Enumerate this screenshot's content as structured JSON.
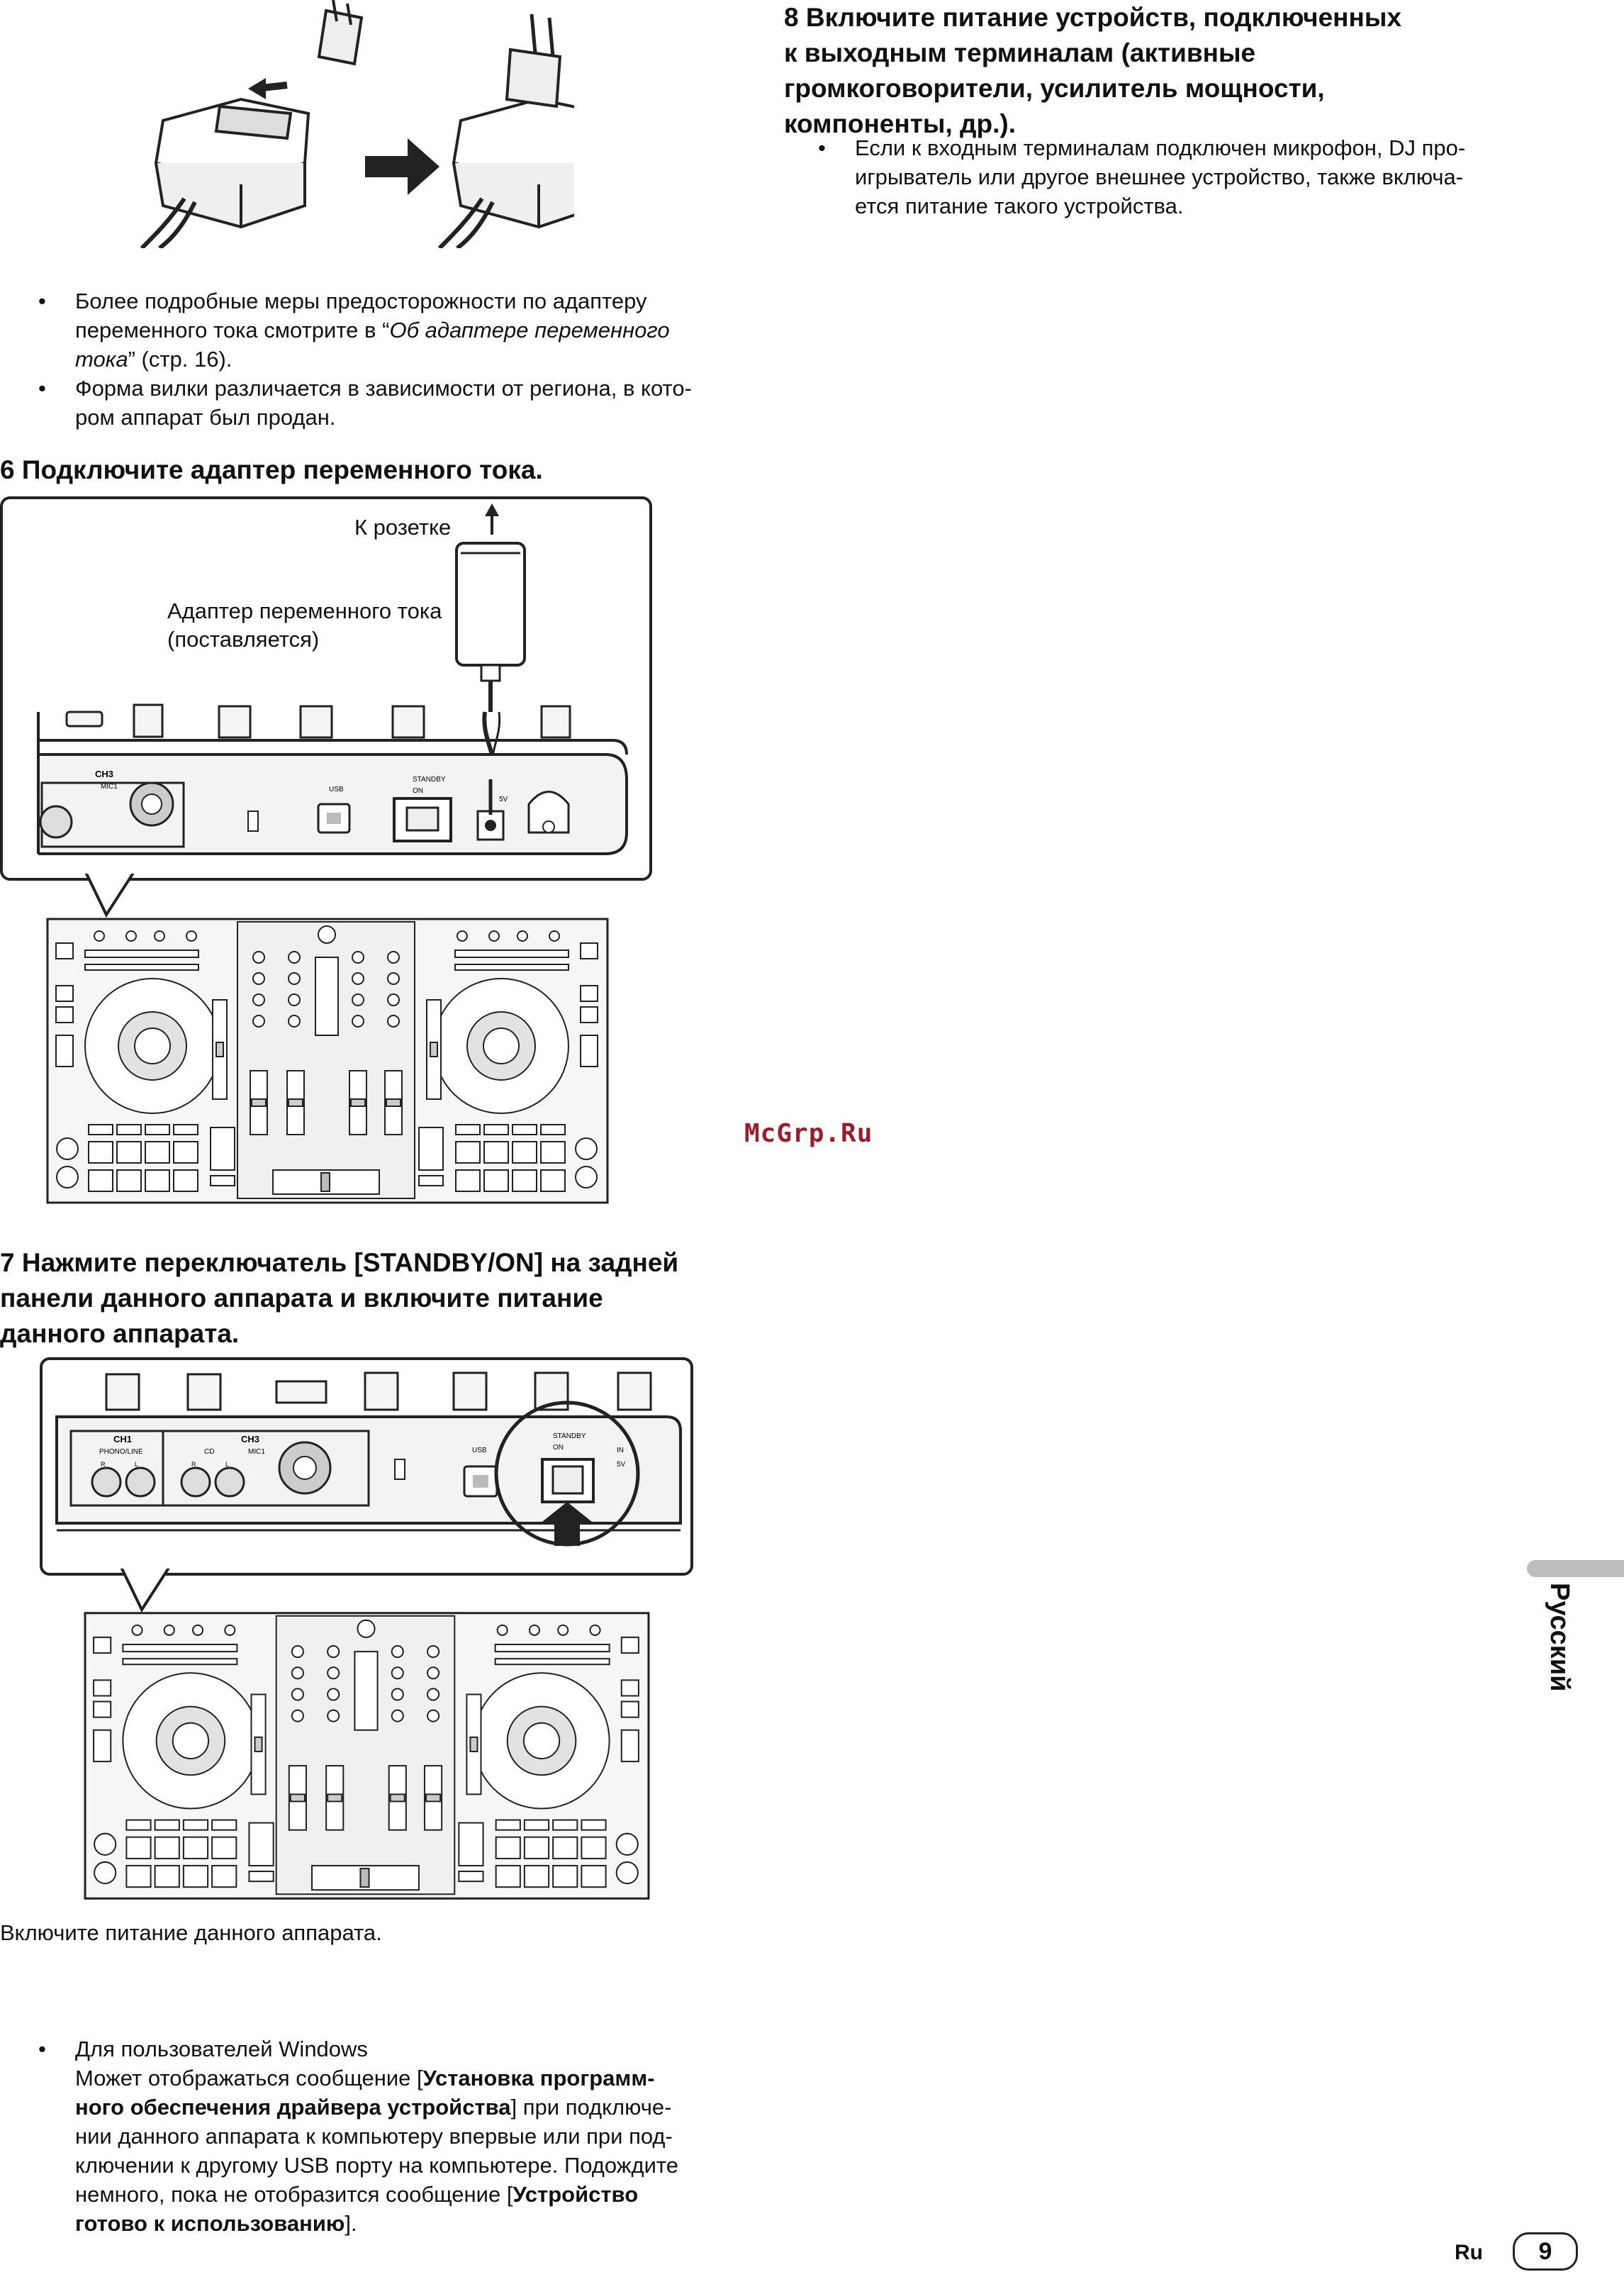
{
  "step8": {
    "heading_line1": "8   Включите питание устройств, подключенных",
    "heading_line2": "к выходным терминалам (активные",
    "heading_line3": "громкоговорители, усилитель мощности,",
    "heading_line4": "компоненты, др.).",
    "bullet_line1": "Если к входным терминалам подключен микрофон, DJ про-",
    "bullet_line2": "игрыватель или другое внешнее устройство, также включа-",
    "bullet_line3": "ется питание такого устройства."
  },
  "notes": {
    "b1_line1": "Более подробные меры предосторожности по адаптеру",
    "b1_line2_pre": "переменного тока смотрите в “",
    "b1_line2_italic": "Об адаптере переменного",
    "b1_line3_italic": "тока",
    "b1_line3_post": "” (стр. 16).",
    "b2_line1": "Форма вилки различается в зависимости от региона, в кото-",
    "b2_line2": "ром аппарат был продан."
  },
  "step6": {
    "heading": "6   Подключите адаптер переменного тока.",
    "label_outlet": "К розетке",
    "label_adapter_line1": "Адаптер переменного тока",
    "label_adapter_line2": "(поставляется)"
  },
  "panel": {
    "ch1": "CH1",
    "ch3": "CH3",
    "phono_line": "PHONO/LINE",
    "cd": "CD",
    "mic1": "MIC1",
    "usb": "USB",
    "standby": "STANDBY",
    "on": "ON",
    "r": "R",
    "l": "L",
    "dc": "5V",
    "in": "IN"
  },
  "step7": {
    "heading_line1": "7   Нажмите переключатель [STANDBY/ON] на задней",
    "heading_line2": "панели данного аппарата и включите питание",
    "heading_line3": "данного аппарата."
  },
  "after": {
    "line1": "Включите питание данного аппарата.",
    "bullet_head": "Для пользователей Windows",
    "p1_pre": "Может отображаться сообщение [",
    "p1_bold": "Установка программ-",
    "p2_bold": "ного обеспечения драйвера устройства",
    "p2_post": "] при подключе-",
    "p3": "нии данного аппарата к компьютеру впервые или при под-",
    "p4": "ключении к другому USB порту на компьютере. Подождите",
    "p5_pre": "немного, пока не отобразится сообщение [",
    "p5_bold": "Устройство",
    "p6_bold": "готово к использованию",
    "p6_post": "]."
  },
  "watermark": "McGrp.Ru",
  "side_label": "Русский",
  "footer": {
    "lang": "Ru",
    "page": "9"
  }
}
